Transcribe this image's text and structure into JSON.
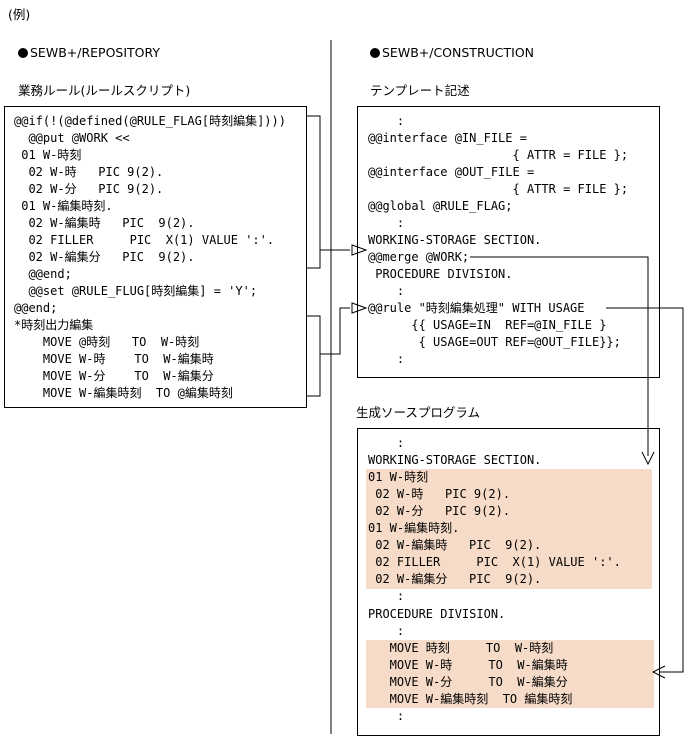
{
  "example_label": "(例)",
  "left": {
    "tool": "SEWB+/REPOSITORY",
    "section": "業務ルール(ルールスクリプト)",
    "lines": [
      "@@if(!(@defined(@RULE_FLAG[時刻編集])))",
      "  @@put @WORK <<",
      " 01 W-時刻",
      "  02 W-時   PIC 9(2).",
      "  02 W-分   PIC 9(2).",
      " 01 W-編集時刻.",
      "  02 W-編集時   PIC  9(2).",
      "  02 FILLER     PIC  X(1) VALUE ':'.",
      "  02 W-編集分   PIC  9(2).",
      "  @@end;",
      "  @@set @RULE_FLUG[時刻編集] = 'Y';",
      "@@end;",
      "*時刻出力編集",
      "    MOVE @時刻   TO  W-時刻",
      "    MOVE W-時    TO  W-編集時",
      "    MOVE W-分    TO  W-編集分",
      "    MOVE W-編集時刻  TO @編集時刻"
    ]
  },
  "right": {
    "tool": "SEWB+/CONSTRUCTION",
    "template_section": "テンプレート記述",
    "template_lines": [
      "    :",
      "@@interface @IN_FILE =",
      "                    { ATTR = FILE };",
      "@@interface @OUT_FILE =",
      "                    { ATTR = FILE };",
      "@@global @RULE_FLAG;",
      "    :",
      "WORKING-STORAGE SECTION.",
      "@@merge @WORK;",
      " PROCEDURE DIVISION.",
      "    :",
      "@@rule \"時刻編集処理\" WITH USAGE",
      "      {{ USAGE=IN  REF=@IN_FILE }",
      "       { USAGE=OUT REF=@OUT_FILE}};",
      "    :"
    ],
    "generated_section": "生成ソースプログラム",
    "generated_lines": [
      "    :",
      "WORKING-STORAGE SECTION.",
      "01 W-時刻",
      " 02 W-時   PIC 9(2).",
      " 02 W-分   PIC 9(2).",
      "01 W-編集時刻.",
      " 02 W-編集時   PIC  9(2).",
      " 02 FILLER     PIC  X(1) VALUE ':'.",
      " 02 W-編集分   PIC  9(2).",
      "    :",
      "PROCEDURE DIVISION.",
      "    :",
      "   MOVE 時刻     TO  W-時刻",
      "   MOVE W-時     TO  W-編集時",
      "   MOVE W-分     TO  W-編集分",
      "   MOVE W-編集時刻  TO 編集時刻",
      "    :"
    ]
  },
  "colors": {
    "highlight": "#f6dcc8",
    "line": "#000000"
  }
}
